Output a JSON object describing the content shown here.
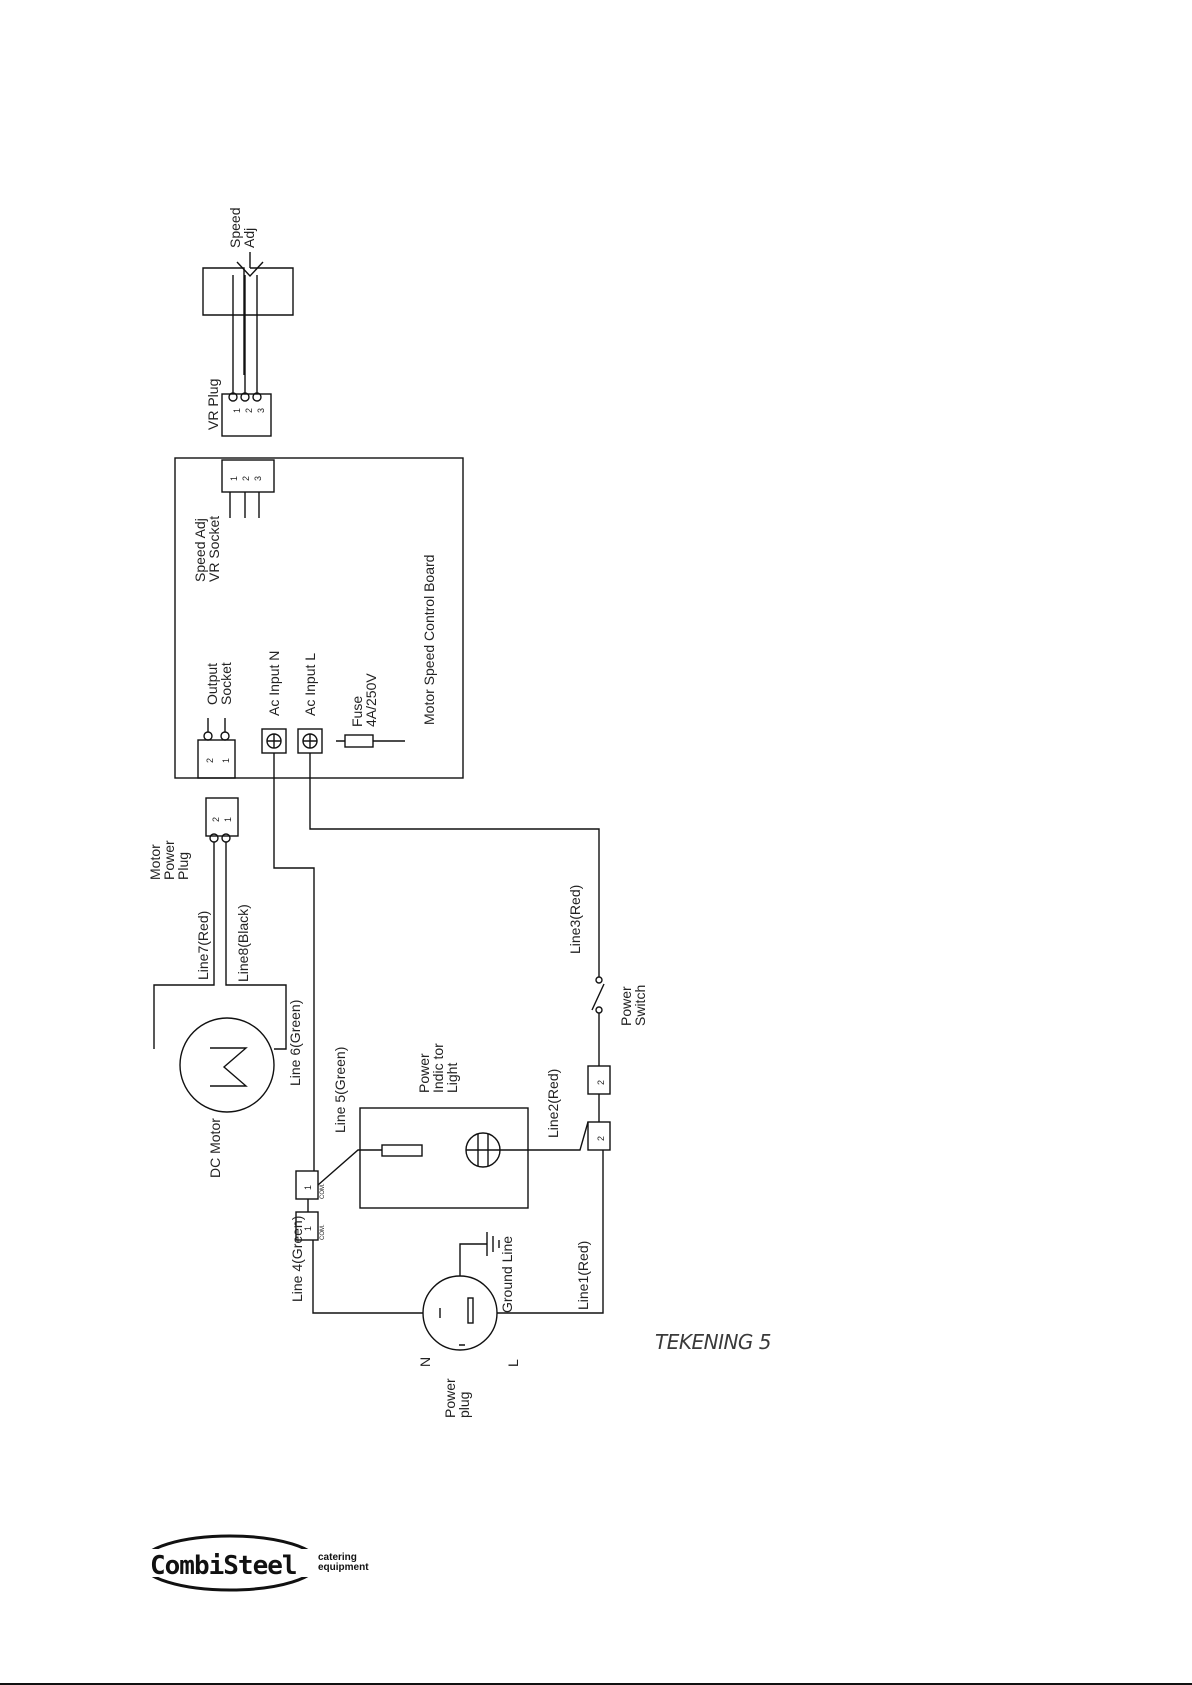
{
  "labels": {
    "speed_adj": [
      "Speed",
      "Adj"
    ],
    "vr_plug": "VR  Plug",
    "speed_adj_socket": [
      "Speed  Adj",
      "VR  Socket"
    ],
    "output_socket": [
      "Output",
      "Socket"
    ],
    "ac_input_n": "Ac  Input  N",
    "ac_input_l": "Ac  Input  L",
    "fuse": [
      "Fuse",
      "4A/250V"
    ],
    "board": "Motor  Speed  Control  Board",
    "motor_power_plug": [
      "Motor",
      "Power",
      "Plug"
    ],
    "line7": "Line7(Red)",
    "line8": "Line8(Black)",
    "line3": "Line3(Red)",
    "power_switch": [
      "Power",
      "Switch"
    ],
    "dc_motor": "DC   Motor",
    "line6": "Line 6(Green)",
    "line5": "Line 5(Green)",
    "power_indicator": [
      "Power",
      "Indic tor",
      "Light"
    ],
    "line2": "Line2(Red)",
    "line4": "Line 4(Green)",
    "ground_line": "Ground  Line",
    "line1": "Line1(Red)",
    "power_plug": [
      "Power",
      "plug"
    ],
    "n": "N",
    "l": "L",
    "com": "COM.",
    "pin1": "1",
    "pin2": "2",
    "pin3": "3"
  },
  "caption": "TEKENING 5",
  "brand": {
    "name": "CombiSteel",
    "tagline_1": "catering",
    "tagline_2": "equipment"
  }
}
